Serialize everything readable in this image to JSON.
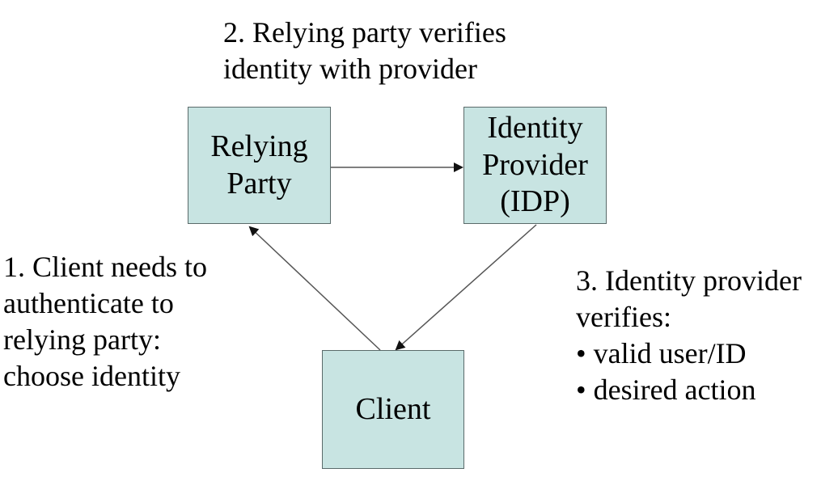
{
  "boxes": {
    "relying_party": "Relying\nParty",
    "identity_provider": "Identity\nProvider\n(IDP)",
    "client": "Client"
  },
  "captions": {
    "step2": [
      "2. Relying party verifies",
      "identity with provider"
    ],
    "step1": [
      "1. Client needs to",
      "authenticate to",
      "relying party:",
      "choose identity"
    ],
    "step3": [
      "3. Identity provider",
      "verifies:",
      "• valid user/ID",
      "• desired action"
    ]
  },
  "colors": {
    "box_fill": "#c8e4e2",
    "box_border": "#5a6a6a",
    "arrow": "#555555"
  }
}
